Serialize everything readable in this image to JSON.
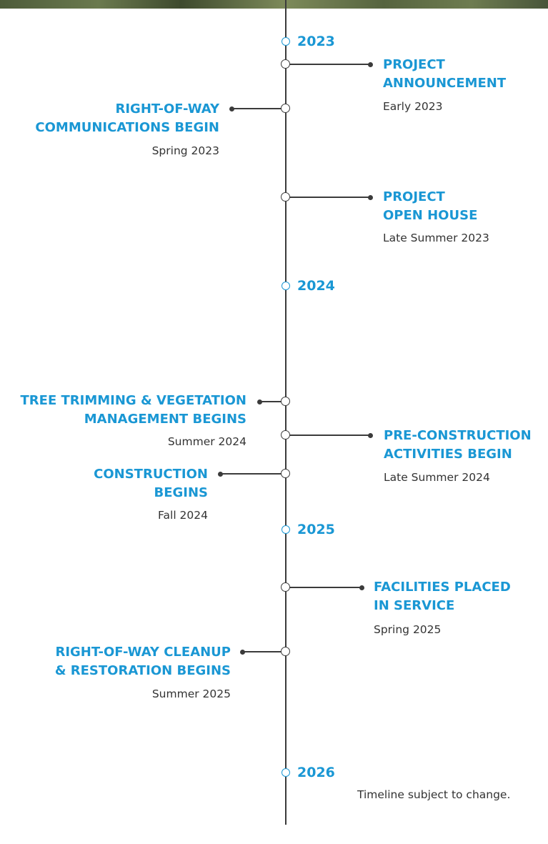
{
  "years": [
    "2023",
    "2024",
    "2025",
    "2026"
  ],
  "events": [
    {
      "title_lines": [
        "PROJECT",
        "ANNOUNCEMENT"
      ],
      "date": "Early 2023"
    },
    {
      "title_lines": [
        "RIGHT-OF-WAY",
        "COMMUNICATIONS BEGIN"
      ],
      "date": "Spring 2023"
    },
    {
      "title_lines": [
        "PROJECT",
        "OPEN HOUSE"
      ],
      "date": "Late Summer 2023"
    },
    {
      "title_lines": [
        "TREE TRIMMING & VEGETATION",
        "MANAGEMENT BEGINS"
      ],
      "date": "Summer 2024"
    },
    {
      "title_lines": [
        "PRE-CONSTRUCTION",
        "ACTIVITIES BEGIN"
      ],
      "date": "Late Summer 2024"
    },
    {
      "title_lines": [
        "CONSTRUCTION",
        "BEGINS"
      ],
      "date": "Fall 2024"
    },
    {
      "title_lines": [
        "FACILITIES PLACED",
        "IN SERVICE"
      ],
      "date": "Spring 2025"
    },
    {
      "title_lines": [
        "RIGHT-OF-WAY CLEANUP",
        "& RESTORATION BEGINS"
      ],
      "date": "Summer 2025"
    }
  ],
  "note": "Timeline subject to change.",
  "colors": {
    "accent": "#1a97d4",
    "line": "#3b3b3b",
    "text": "#333333"
  }
}
